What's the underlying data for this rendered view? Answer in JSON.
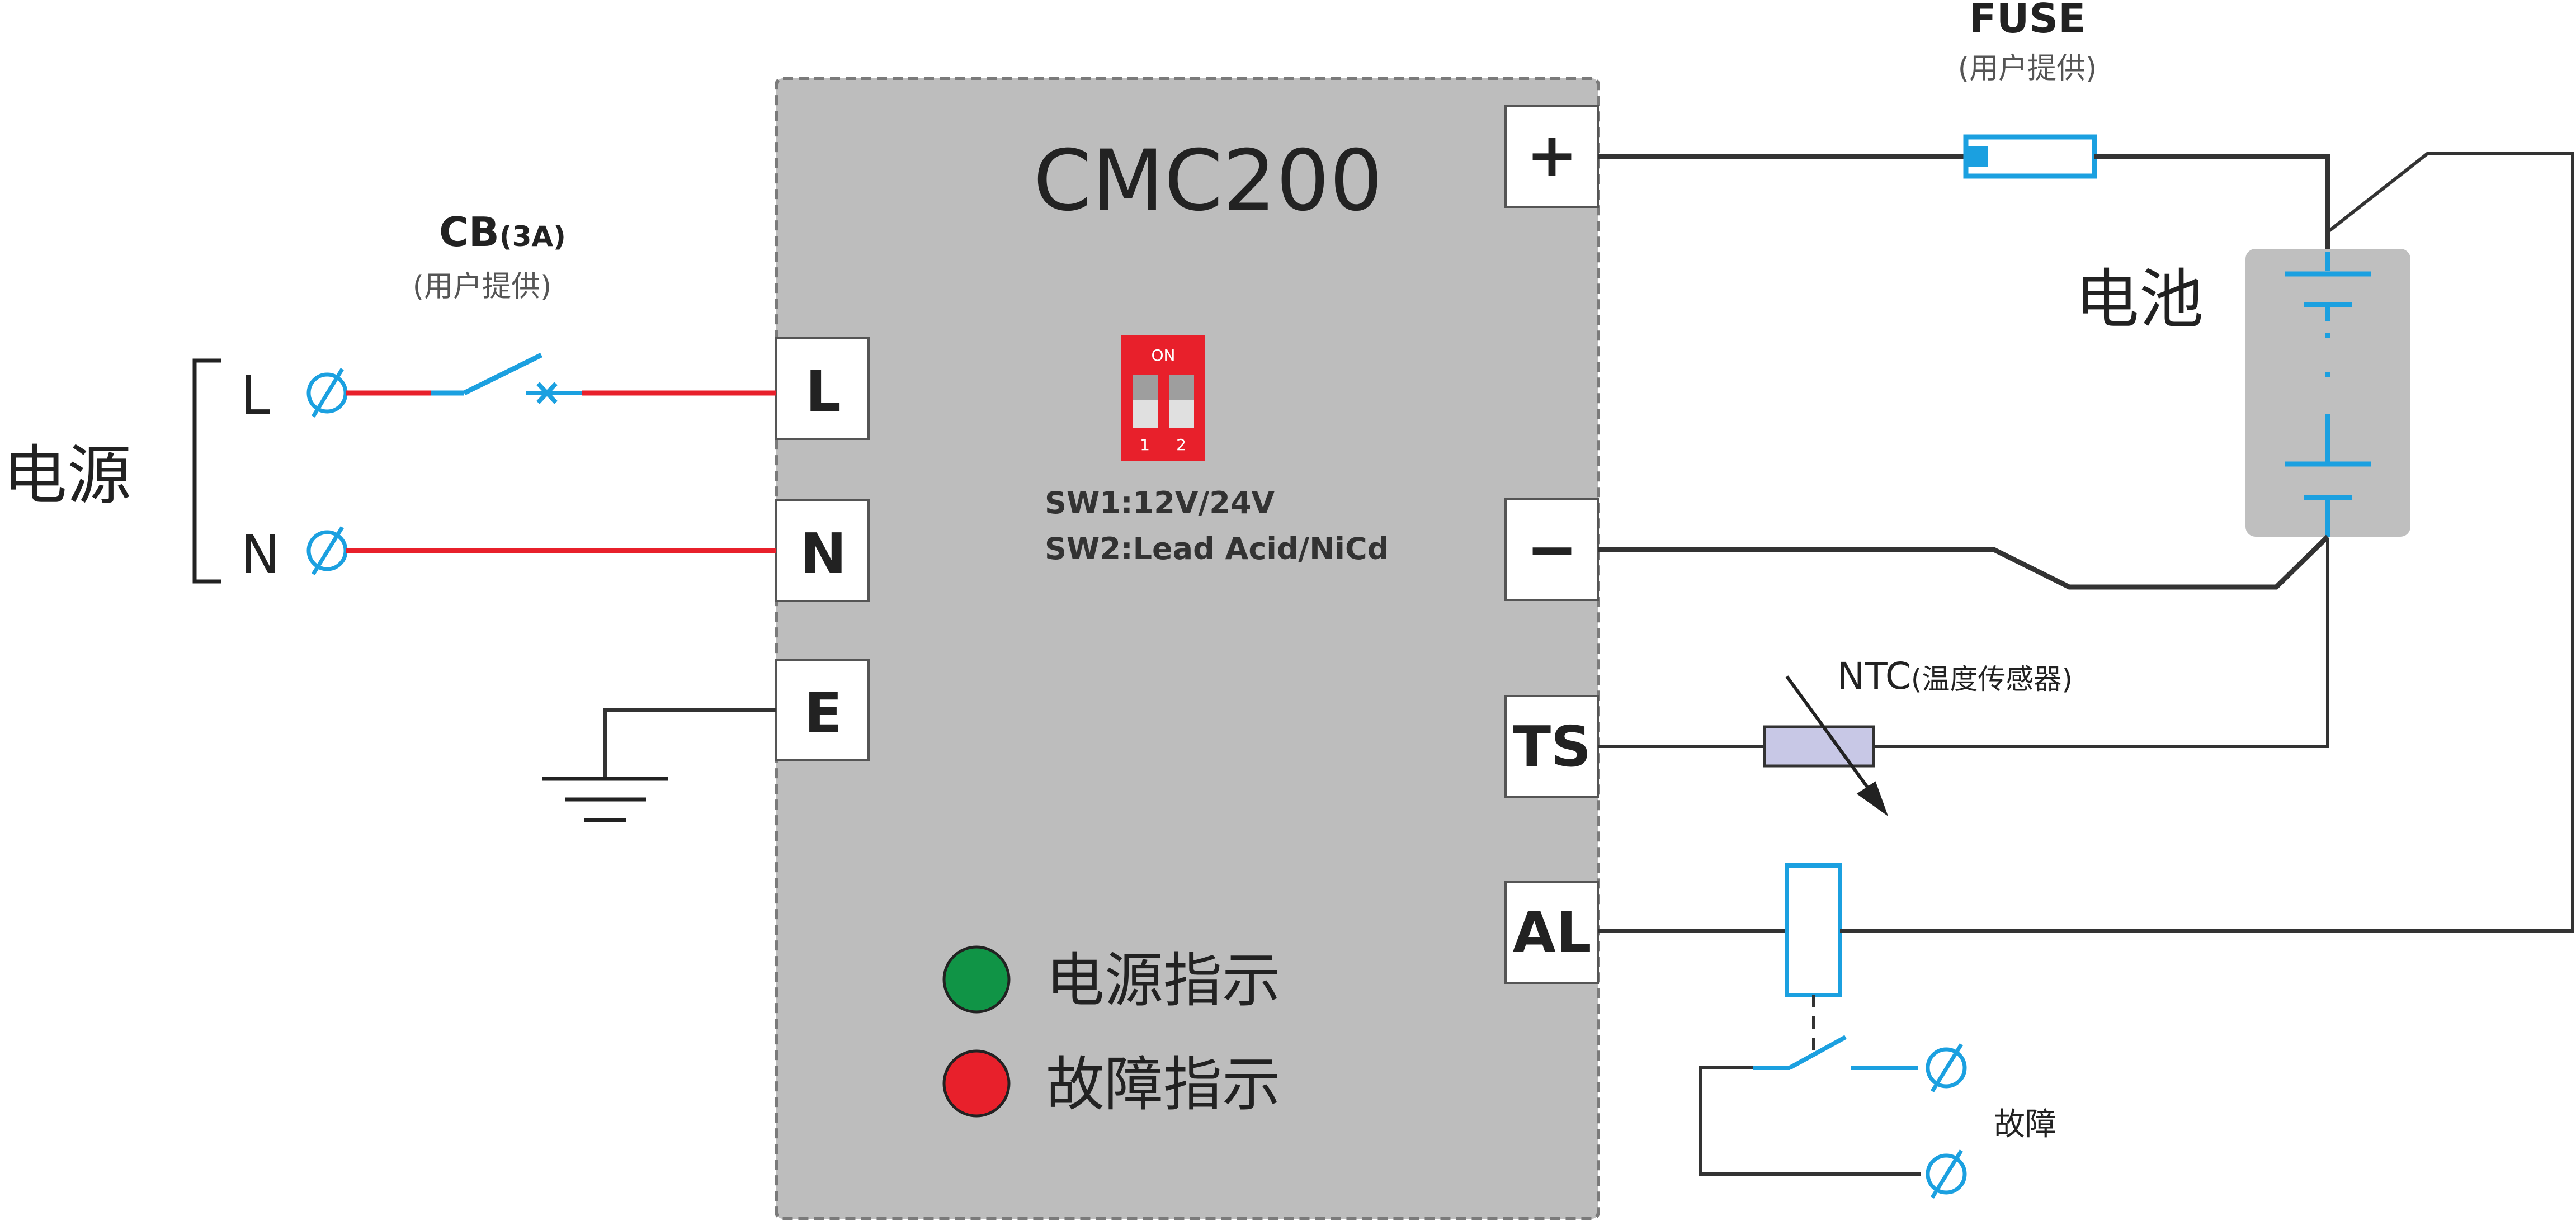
{
  "controller": {
    "model": "CMC200",
    "dip_switch": {
      "on_label": "ON",
      "pos1": "1",
      "pos2": "2"
    },
    "sw1_text": "SW1:12V/24V",
    "sw2_text": "SW2:Lead Acid/NiCd",
    "indicators": [
      {
        "label": "电源指示",
        "color": "#109446"
      },
      {
        "label": "故障指示",
        "color": "#e8202b"
      }
    ],
    "left_terminals": [
      "L",
      "N",
      "E"
    ],
    "right_terminals": [
      "+",
      "−",
      "TS",
      "AL"
    ]
  },
  "power_source": {
    "label": "电源",
    "lines": [
      "L",
      "N"
    ],
    "breaker": {
      "label": "CB",
      "rating": "(3A)",
      "note": "(用户提供)"
    }
  },
  "fuse": {
    "label": "FUSE",
    "note": "(用户提供)"
  },
  "battery": {
    "label": "电池"
  },
  "ntc": {
    "label": "NTC",
    "note": "(温度传感器)"
  },
  "fault_contact": {
    "label": "故障"
  },
  "colors": {
    "panel": "#bdbdbd",
    "panel_border": "#7a7a7a",
    "wire_red": "#e8202b",
    "wire_blue": "#1ba0e0",
    "wire_dark": "#333333",
    "fuse": "#1ba0e0",
    "battery_bg": "#bfbfbf",
    "ntc_fill": "#c8c8e6"
  }
}
